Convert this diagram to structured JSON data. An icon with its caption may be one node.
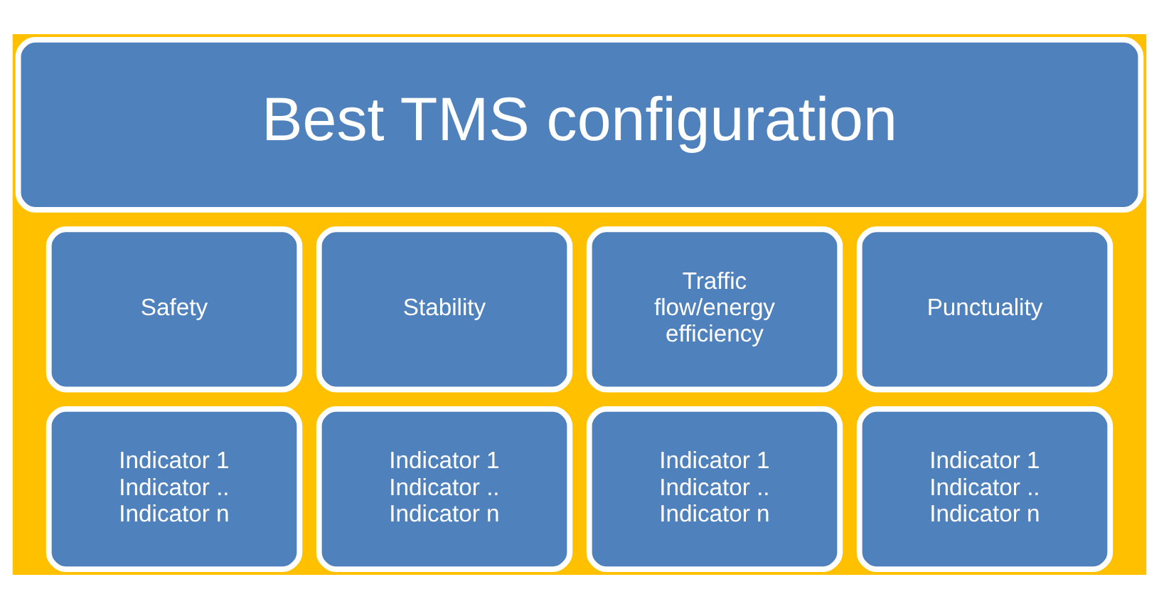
{
  "diagram": {
    "nodes": [
      {
        "text": [
          "Best TMS configuration"
        ]
      },
      {
        "text": [
          "Safety"
        ]
      },
      {
        "text": [
          "Stability"
        ]
      },
      {
        "text": [
          "Traffic flow/energy efficiency"
        ]
      },
      {
        "text": [
          "Punctuality"
        ]
      },
      {
        "text": [
          "Indicator 1",
          "Indicator ..",
          "Indicator n"
        ]
      },
      {
        "text": [
          "Indicator 1",
          "Indicator ..",
          "Indicator n"
        ]
      },
      {
        "text": [
          "Indicator 1",
          "Indicator ..",
          "Indicator n"
        ]
      },
      {
        "text": [
          "Indicator 1",
          "Indicator ..",
          "Indicator n"
        ]
      }
    ],
    "edges": []
  }
}
